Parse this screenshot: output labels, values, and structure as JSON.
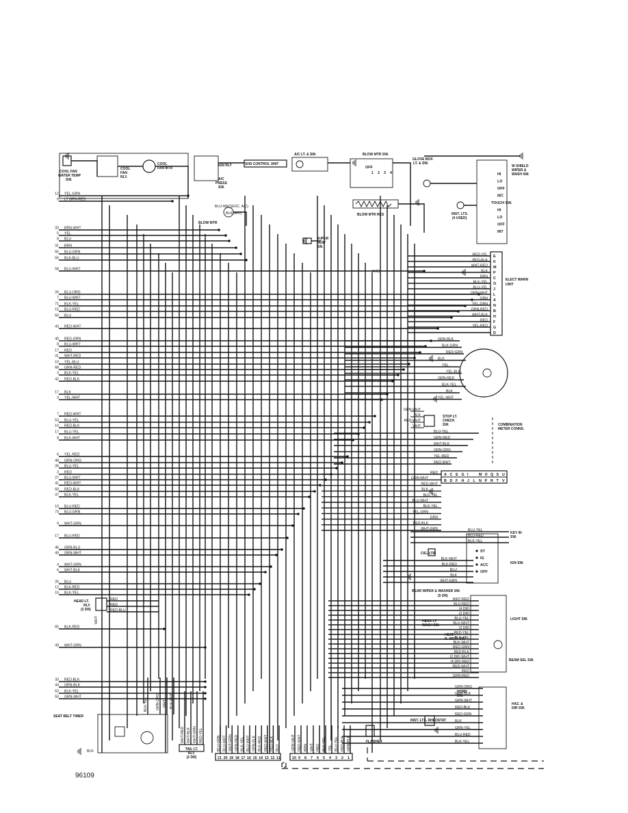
{
  "diagram_code": "96109",
  "left_wires": [
    {
      "num": "12",
      "color": "YEL-GRN"
    },
    {
      "num": "6",
      "color": "LT GRN-RED"
    },
    {
      "num": "33",
      "color": "BRN-WHT"
    },
    {
      "num": "5",
      "color": "YEL"
    },
    {
      "num": "8",
      "color": "BLU"
    },
    {
      "num": "31",
      "color": "BRN"
    },
    {
      "num": "55",
      "color": "BLU-GRN"
    },
    {
      "num": "56",
      "color": "BLK-BLU"
    },
    {
      "num": "58",
      "color": "BLU-WHT"
    },
    {
      "num": "26",
      "color": "BLU-ORG"
    },
    {
      "num": "7",
      "color": "BLU-WHT"
    },
    {
      "num": "71",
      "color": "BLK-YEL"
    },
    {
      "num": "15",
      "color": "BLU-RED"
    },
    {
      "num": "60",
      "color": "BLU"
    },
    {
      "num": "43",
      "color": "RED-WHT"
    },
    {
      "num": "40",
      "color": "RED-GRN"
    },
    {
      "num": "8",
      "color": "BLU-WHT"
    },
    {
      "num": "17",
      "color": "RED"
    },
    {
      "num": "31",
      "color": "WHT-RED"
    },
    {
      "num": "10",
      "color": "YEL-BLU"
    },
    {
      "num": "68",
      "color": "GRN-RED"
    },
    {
      "num": "3",
      "color": "BLK-YEL"
    },
    {
      "num": "42",
      "color": "RED-BLK"
    },
    {
      "num": "17",
      "color": "BLK"
    },
    {
      "num": "3",
      "color": "YEL-WHT"
    },
    {
      "num": "7",
      "color": "RED-WHT"
    },
    {
      "num": "53",
      "color": "BLU-YEL"
    },
    {
      "num": "10",
      "color": "RED-BLK"
    },
    {
      "num": "17",
      "color": "BLU-YEL"
    },
    {
      "num": "8",
      "color": "BLK-WHT"
    },
    {
      "num": "6",
      "color": "YEL-RED"
    },
    {
      "num": "48",
      "color": "GRN-ORG"
    },
    {
      "num": "39",
      "color": "BLU-YEL"
    },
    {
      "num": "3",
      "color": "RED"
    },
    {
      "num": "27",
      "color": "BLU-WHT"
    },
    {
      "num": "41",
      "color": "RED-WHT"
    },
    {
      "num": "60",
      "color": "RED-BLK"
    },
    {
      "num": "37",
      "color": "BLK-YEL"
    },
    {
      "num": "10",
      "color": "BLU-RED"
    },
    {
      "num": "73",
      "color": "BLU-GRN"
    },
    {
      "num": "9",
      "color": "WHT-GRN"
    },
    {
      "num": "17",
      "color": "BLU-RED"
    },
    {
      "num": "46",
      "color": "GRN-BLU"
    },
    {
      "num": "49",
      "color": "GRN-WHT"
    },
    {
      "num": "4",
      "color": "WHT-GRN"
    },
    {
      "num": "6",
      "color": "WHT-BLK"
    },
    {
      "num": "26",
      "color": "BLU"
    },
    {
      "num": "12",
      "color": "BLK-RED"
    },
    {
      "num": "16",
      "color": "BLK-YEL"
    },
    {
      "num": "65",
      "color": "BLK-RED"
    },
    {
      "num": "49",
      "color": "WHT-GRN"
    },
    {
      "num": "33",
      "color": "RED-BLK"
    },
    {
      "num": "44",
      "color": "GRN-BLK"
    },
    {
      "num": "63",
      "color": "BLK-YEL"
    },
    {
      "num": "50",
      "color": "GRN-WHT"
    }
  ],
  "components": {
    "cool_fan_water_temp_sw": "COOL FAN WATER TEMP SW.",
    "cool_fan_rly": "COOL FAN RLY.",
    "cool_fan_mtr": "COOL FAN MTR",
    "ign_rly": "IGN RLY",
    "ac_press_sw": "A/C PRESS SW.",
    "shs_control_unit": "SHS CONTROL UNIT",
    "ac_lt_sw": "A/C LT & SW.",
    "blow_mtr_sw": "BLOW MTR SW.",
    "glove_box_lt_sw": "GLOVE BOX LT. & SW.",
    "w_shield_wiper_wash_sw": "W SHIELD WIPER & WASH SW.",
    "blow_mtr": "BLOW MTR",
    "blow_mtr_res": "BLOW MTR RES",
    "inst_lts": "INST. LTS. (4 USED)",
    "super_heat_sw": "SUPER HEAT SW.",
    "elect_warn_unit": "ELECT WARN UNIT",
    "stop_lt_check_sw": "STOP LT. CHECK SW.",
    "combination_meter_conns": "COMBINATION METER CONNS.",
    "key_in_sw": "KEY IN SW.",
    "cig_ltr": "CIG. LTR.",
    "ign_sw": "IGN SW.",
    "rear_wiper_washer_sw": "REAR WIPER & WASHER SW. (5 DR)",
    "head_lt_rly": "HEAD LT. RLY. (2 DR)",
    "light_sw": "LIGHT SW.",
    "head_lt_wash_sw": "HEAD LT. WASH SW. (2 DR)",
    "heat_r_wdo_sw": "HEAT. R. WDO. SW.",
    "beam_sel_sw": "BEAM SEL SW.",
    "horn_sw": "HORN SW.",
    "haz_dir_sw": "HAZ. & DIR SW.",
    "inst_lts_rheostat": "INST. LTS. RHEOSTAT",
    "flasher": "FLASHER",
    "seat_belt_timer": "SEAT BELT TIMER",
    "tail_lt_rly": "TAIL LT. RLY. (2 DR)",
    "ac_label": "(A/C)",
    "blu_wht_label": "BLU-WHT(EXC. A/C)",
    "blk_ac_label": "BLK (A/C)"
  },
  "ign_sw_positions": [
    "ST",
    "IG",
    "ACC",
    "OFF"
  ],
  "wiper_positions": [
    "HI",
    "LO",
    "OFF",
    "INT.",
    "TOUCH SW.",
    "HI",
    "LO",
    "OFF",
    "INT"
  ],
  "blow_mtr_positions": [
    "OFF",
    "1",
    "2",
    "3",
    "4"
  ],
  "elect_warn_pins": [
    {
      "pin": "E",
      "color": "RED-YEL"
    },
    {
      "pin": "K",
      "color": "RED-BLK"
    },
    {
      "pin": "M",
      "color": "WHT-RED"
    },
    {
      "pin": "P",
      "color": "BLK"
    },
    {
      "pin": "C",
      "color": "BRN"
    },
    {
      "pin": "O",
      "color": "BLK-YEL"
    },
    {
      "pin": "J",
      "color": "BLU-YEL"
    },
    {
      "pin": "L",
      "color": "GRN-WHT"
    },
    {
      "pin": "A",
      "color": "GRN"
    },
    {
      "pin": "N",
      "color": "YEL-GRN"
    },
    {
      "pin": "B",
      "color": "GRN-RED"
    },
    {
      "pin": "H",
      "color": "WHT-BLK"
    },
    {
      "pin": "F",
      "color": "RED"
    },
    {
      "pin": "G",
      "color": "YEL-RED"
    },
    {
      "pin": "D",
      "color": ""
    }
  ],
  "round_conn_wires": [
    "GRN-BLK",
    "BLK-GRN",
    "RED-GRN",
    "BLK",
    "YEL",
    "YEL-BLU",
    "GRN-RED",
    "BLK-YEL",
    "BLK",
    "YEL-WHT"
  ],
  "stop_lt_wires": [
    "GRN-WHT",
    "BLK",
    "RED-WHT",
    "WHT"
  ],
  "meter_wires": [
    "BLU-YEL",
    "GRN-RED",
    "WHT-BLK",
    "GRN-ORG",
    "YEL-RED",
    "RED-WHT"
  ],
  "meter_conn_top": [
    "A",
    "C",
    "E",
    "G",
    "I",
    "",
    "M",
    "O",
    "Q",
    "S",
    "U"
  ],
  "meter_conn_bottom": [
    "B",
    "D",
    "F",
    "H",
    "J",
    "L",
    "N",
    "P",
    "R",
    "T",
    "V"
  ],
  "meter_conn_labels": [
    "RED",
    "GRN-WHT",
    "RED-WHT",
    "BLK",
    "BLK-YEL",
    "BLU-WHT",
    "BLK-YEL",
    "YEL-GRN",
    "GRN",
    "RED-BLK",
    "WHT-GRN"
  ],
  "key_in_wires": [
    "BLU-YEL",
    "BLU-RED",
    "BLK-YEL"
  ],
  "ign_sw_wires": [
    "BLK-WHT",
    "BLK-RED",
    "BLU",
    "BLK",
    "WHT-GRN"
  ],
  "light_sw_wires": [
    "WHT-RED",
    "BLU-RED",
    "(4 DR)",
    "(2 DR)",
    "BLU-YEL",
    "BLU-WHT",
    "(2 DR)",
    "RED-YEL",
    "BLK-YEL",
    "BLK-WHT",
    "RED-GRN",
    "RED-BLK",
    "(2 DR) WHT",
    "(4 DR) RED",
    "RED-WHT",
    "RED",
    "GRN-RED"
  ],
  "head_lt_rly_wires": [
    "RED",
    "RED",
    "RED-BLU"
  ],
  "haz_wires": [
    "GRN-ORG",
    "GRN-BLK",
    "GRN-WHT",
    "RED-BLK",
    "RED-GRN",
    "BLK",
    "GRN-YEL",
    "BLU-RED",
    "BLK-YEL"
  ],
  "bottom_conn1_pins": [
    "21",
    "20",
    "19",
    "18",
    "17",
    "16",
    "15",
    "14",
    "13",
    "12",
    "11"
  ],
  "bottom_conn2_pins": [
    "10",
    "9",
    "8",
    "7",
    "6",
    "5",
    "4",
    "3",
    "2",
    "1"
  ],
  "bottom_conn1_wires": [
    "BLU-GRN",
    "BLU-WHT",
    "WHT-GRN",
    "GRN-RED",
    "BLK-YEL",
    "BLU-WHT",
    "GRN-BLK",
    "BLK-RED",
    "RED-WHT",
    "RED-BLK",
    "BLU"
  ],
  "bottom_conn2_wires": [
    "GRN-WHT",
    "RED-WHT",
    "BRN",
    "WHT",
    "RED",
    "BLK-YEL",
    "YEL",
    "BLU-YEL",
    "RED-BLK",
    "GRN-BLK"
  ],
  "tail_rly_wires": [
    "WHT-RED",
    "WHT-BLK",
    "WHT-GRN",
    "RED-YEL"
  ],
  "seat_belt_wires": [
    "BLK-YEL",
    "GRN-ORG",
    "BLK-WHT",
    "WHT",
    "BLK"
  ]
}
